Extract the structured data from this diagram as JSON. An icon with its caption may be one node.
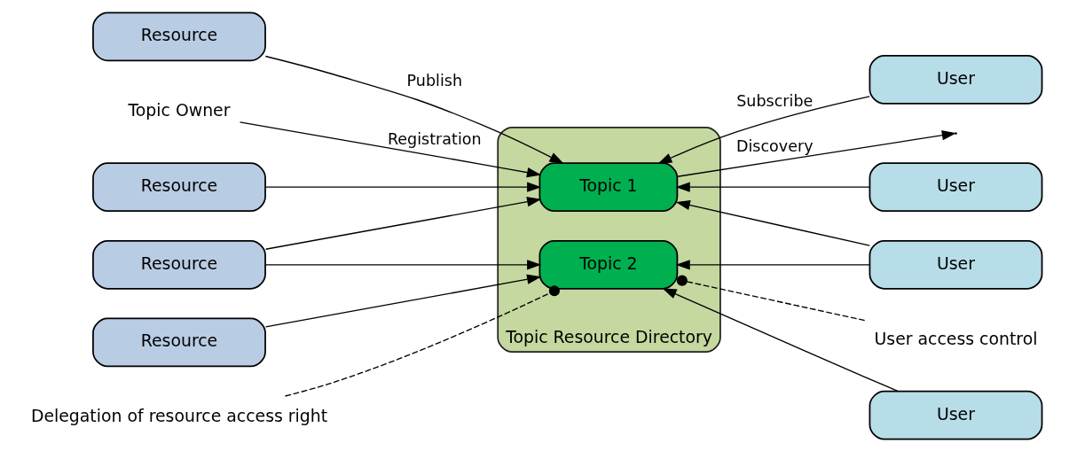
{
  "diagram": {
    "nodes": [
      {
        "text": [
          "Topic Resource Directory"
        ]
      },
      {
        "text": [
          "Resource"
        ]
      },
      {
        "text": [
          "Resource"
        ]
      },
      {
        "text": [
          "Resource"
        ]
      },
      {
        "text": [
          "Resource"
        ]
      },
      {
        "text": [
          "User"
        ]
      },
      {
        "text": [
          "User"
        ]
      },
      {
        "text": [
          "User"
        ]
      },
      {
        "text": [
          "User"
        ]
      },
      {
        "text": [
          "Topic 1"
        ],
        "in": 0
      },
      {
        "text": [
          "Topic 2"
        ],
        "in": 0
      },
      {
        "text": [
          "Topic Owner"
        ]
      },
      {
        "text": [
          "Delegation of resource access right"
        ]
      },
      {
        "text": [
          "User access control"
        ]
      }
    ],
    "edges": [
      {
        "from": 11,
        "to": 9,
        "arrow": "to",
        "label": "Registration"
      },
      {
        "from": 9,
        "to": null,
        "arrow": "to",
        "label": "Discovery"
      },
      {
        "from": 1,
        "to": 9,
        "arrow": "to"
      },
      {
        "from": 2,
        "to": 9,
        "arrow": "to",
        "label": "Publish"
      },
      {
        "from": 3,
        "to": 9,
        "arrow": "to"
      },
      {
        "from": 3,
        "to": 10,
        "arrow": "to"
      },
      {
        "from": 4,
        "to": 10,
        "arrow": "to"
      },
      {
        "from": 5,
        "to": 9,
        "arrow": "to"
      },
      {
        "from": 6,
        "to": 9,
        "arrow": "to",
        "label": "Subscribe"
      },
      {
        "from": 7,
        "to": 9,
        "arrow": "to"
      },
      {
        "from": 7,
        "to": 10,
        "arrow": "to"
      },
      {
        "from": 8,
        "to": 10,
        "arrow": "to"
      },
      {
        "from": 12,
        "to": 10,
        "arrow": "other",
        "style": "dashed"
      },
      {
        "from": 13,
        "to": 10,
        "arrow": "other",
        "style": "dashed"
      }
    ]
  }
}
